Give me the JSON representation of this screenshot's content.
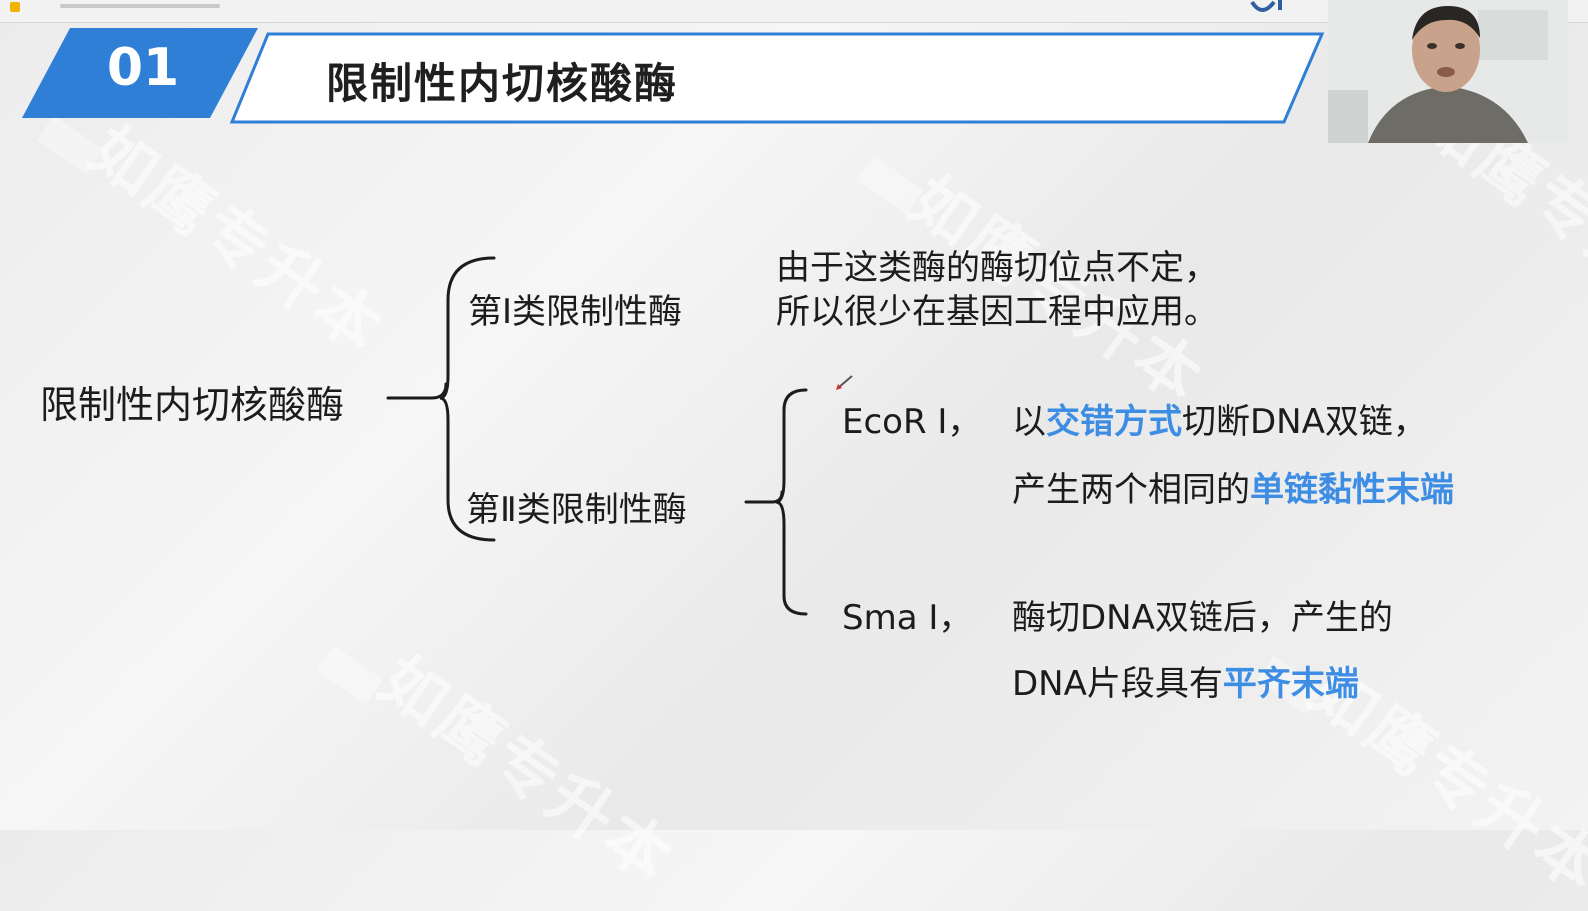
{
  "slide": {
    "number": "01",
    "title": "限制性内切核酸酶"
  },
  "watermark": {
    "text": "如鹰专升本"
  },
  "diagram": {
    "root": "限制性内切核酸酶",
    "type1": {
      "label": "第Ⅰ类限制性酶",
      "desc_line1": "由于这类酶的酶切位点不定，",
      "desc_line2": "所以很少在基因工程中应用。"
    },
    "type2": {
      "label": "第Ⅱ类限制性酶",
      "ecor": {
        "name": "EcoR Ⅰ，",
        "line1_pre": "以",
        "line1_hl": "交错方式",
        "line1_post": "切断DNA双链，",
        "line2_pre": "产生两个相同的",
        "line2_hl": "单链黏性末端"
      },
      "sma": {
        "name": "Sma Ⅰ，",
        "line1": "酶切DNA双链后，产生的",
        "line2_pre": "DNA片段具有",
        "line2_hl": "平齐末端"
      }
    }
  },
  "colors": {
    "accent_blue": "#2f7fd6",
    "highlight_blue": "#3d8de4",
    "text_dark": "#1c1c1c"
  },
  "icons": [
    "presenter-webcam",
    "pen-cursor-icon",
    "logo-icon"
  ]
}
